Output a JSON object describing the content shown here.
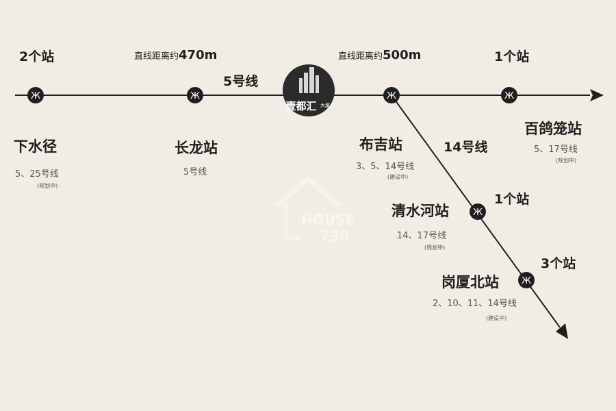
{
  "main_line": {
    "label": "5号线"
  },
  "branch_line": {
    "label": "14号线"
  },
  "hub": {
    "name": "壹都汇",
    "tag": "大厦"
  },
  "distances": [
    {
      "prefix": "直线距离约",
      "value": "470m"
    },
    {
      "prefix": "直线距离约",
      "value": "500m"
    }
  ],
  "hops": [
    "2个站",
    "1个站",
    "1个站",
    "3个站"
  ],
  "stations": [
    {
      "name": "下水径",
      "lines": "5、25号线",
      "note": "(规划中)"
    },
    {
      "name": "长龙站",
      "lines": "5号线",
      "note": ""
    },
    {
      "name": "布吉站",
      "lines": "3、5、14号线",
      "note": "(建设中)"
    },
    {
      "name": "百鸽笼站",
      "lines": "5、17号线",
      "note": "(规划中)"
    },
    {
      "name": "清水河站",
      "lines": "14、17号线",
      "note": "(规划中)"
    },
    {
      "name": "岗厦北站",
      "lines": "2、10、11、14号线",
      "note": "(建设中)"
    }
  ],
  "watermark": {
    "brand": "HOUSE",
    "number": "730"
  },
  "colors": {
    "line": "#1f1f1f",
    "node": "#1f1f1f",
    "hub": "#2b2b2b",
    "background": "#f2ede4"
  },
  "icons": {
    "station": "metro-icon",
    "hub": "building-icon",
    "watermark": "house-icon"
  }
}
